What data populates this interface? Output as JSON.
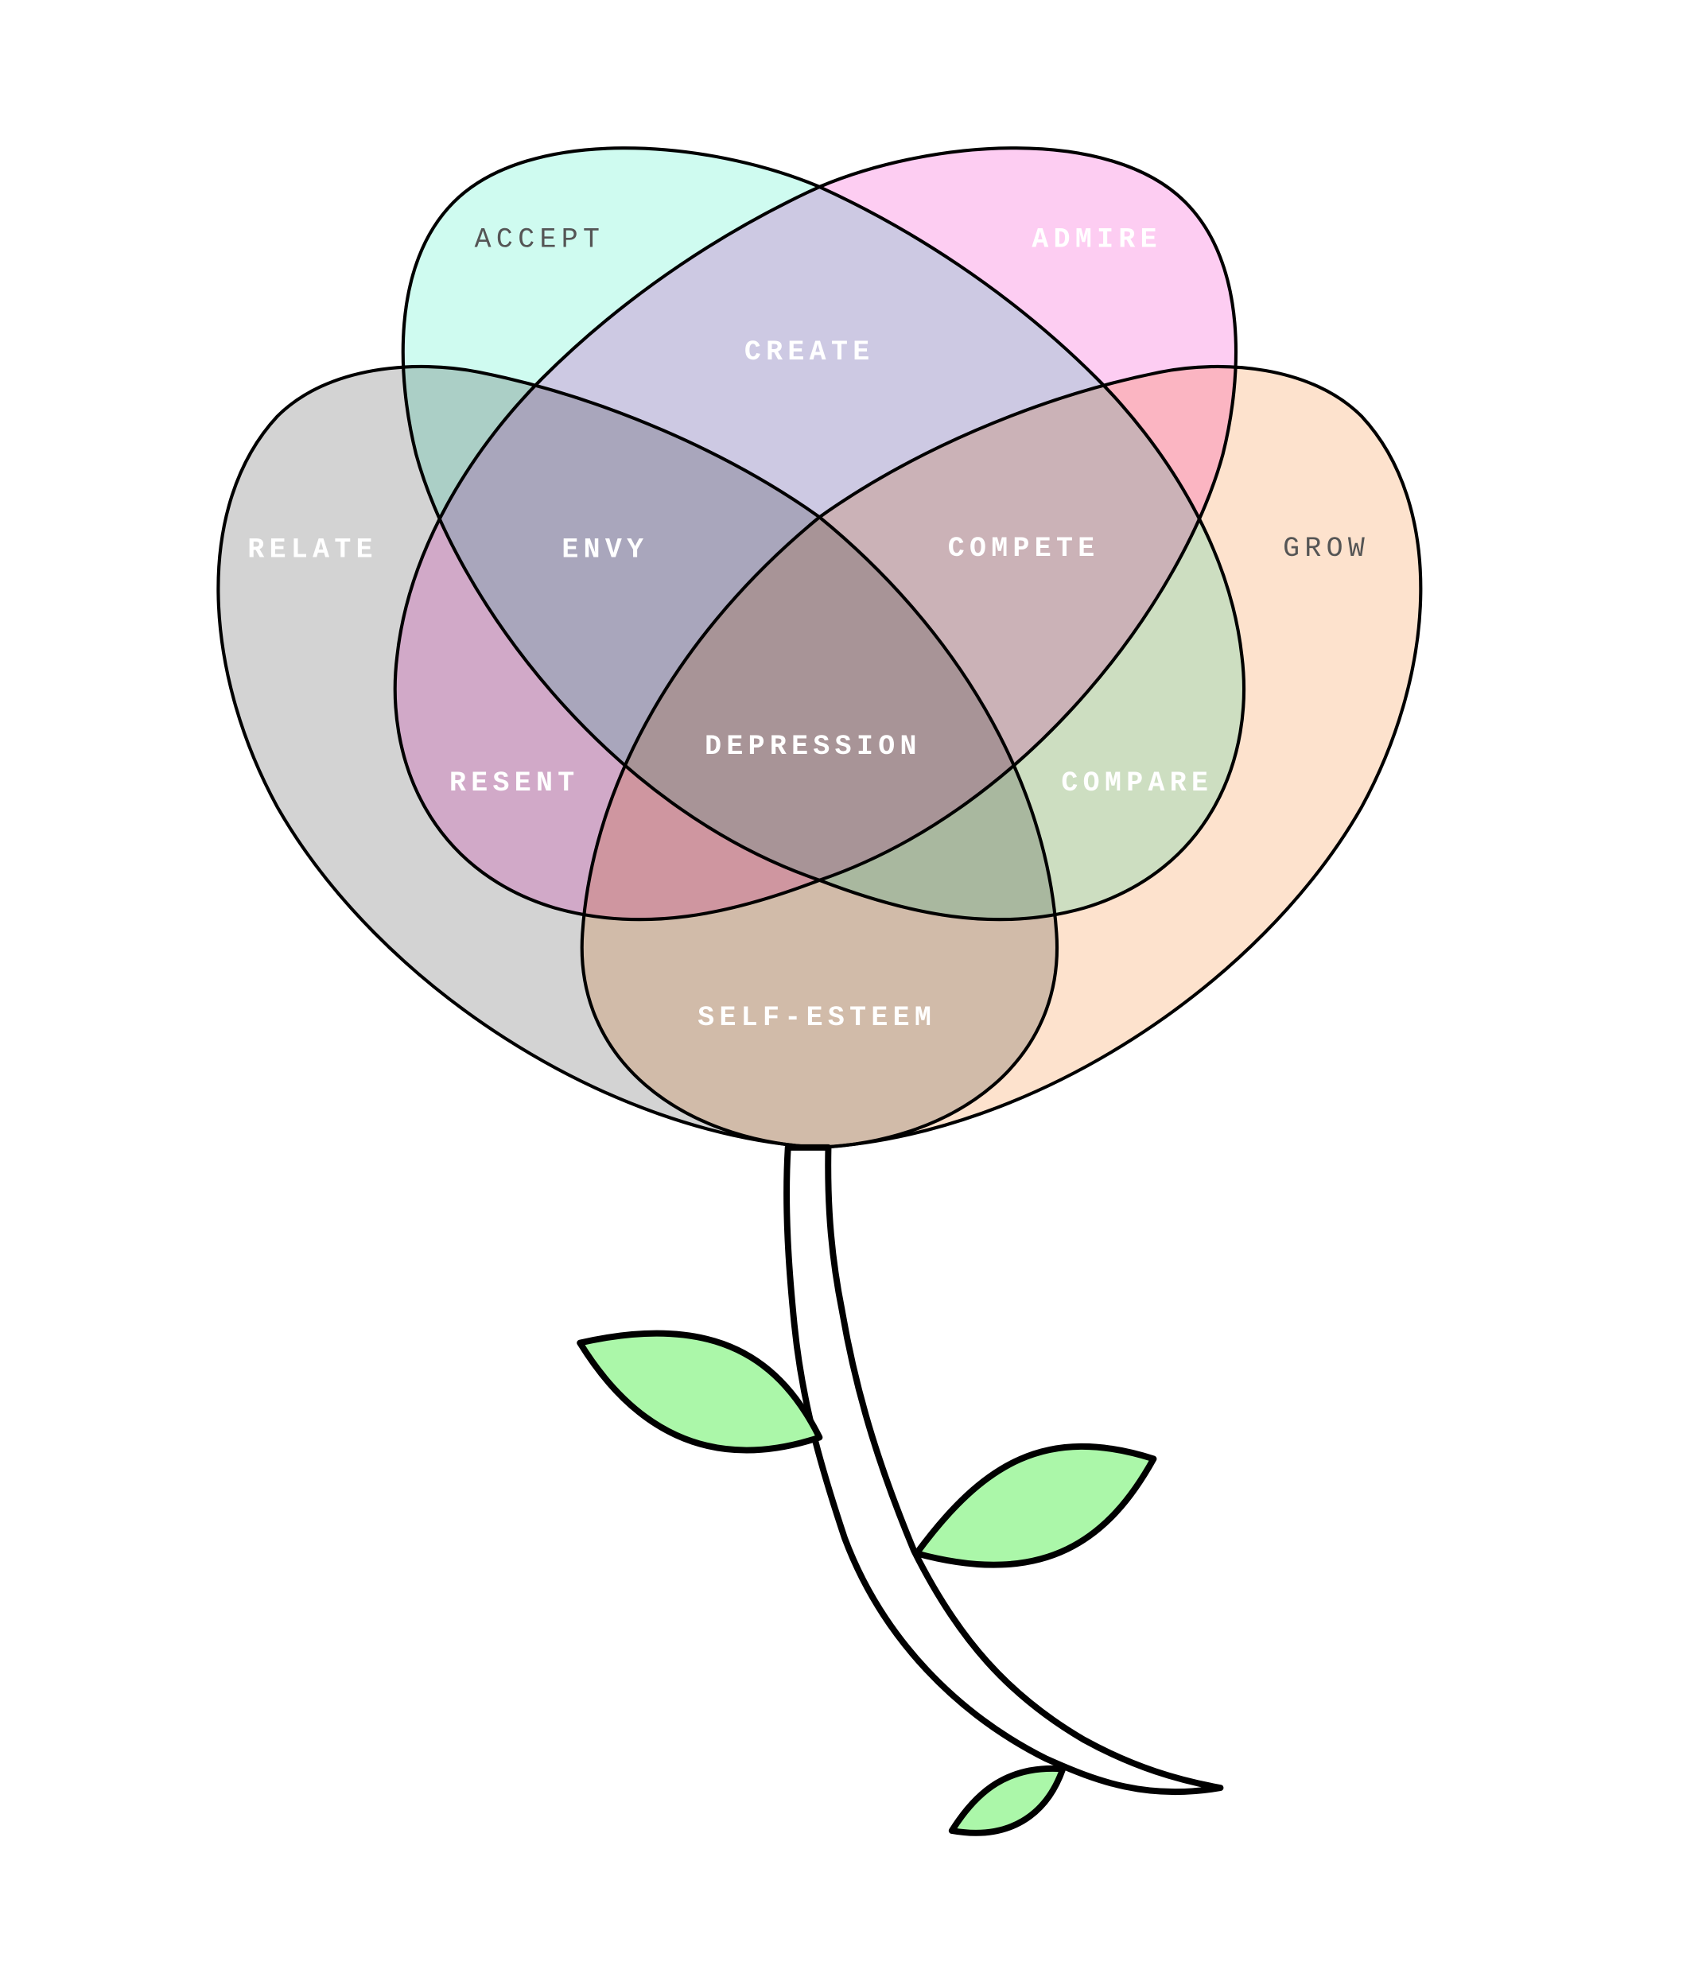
{
  "title": "Venn flower",
  "colors": {
    "relate": "#d3d3d3",
    "grow": "#fde2cd",
    "accept_ellipse": "#cffbf0",
    "admire_ellipse": "#fdcdf2",
    "leaf": "#abf7a9",
    "label_light": "#ffffff",
    "label_dark": "#555555"
  },
  "sets": {
    "accept": "ACCEPT",
    "admire": "ADMIRE",
    "relate": "RELATE",
    "grow": "GROW"
  },
  "intersections": {
    "create": "CREATE",
    "envy": "ENVY",
    "compete": "COMPETE",
    "depression": "DEPRESSION",
    "resent": "RESENT",
    "compare": "COMPARE",
    "self_esteem": "SELF-ESTEEM"
  }
}
